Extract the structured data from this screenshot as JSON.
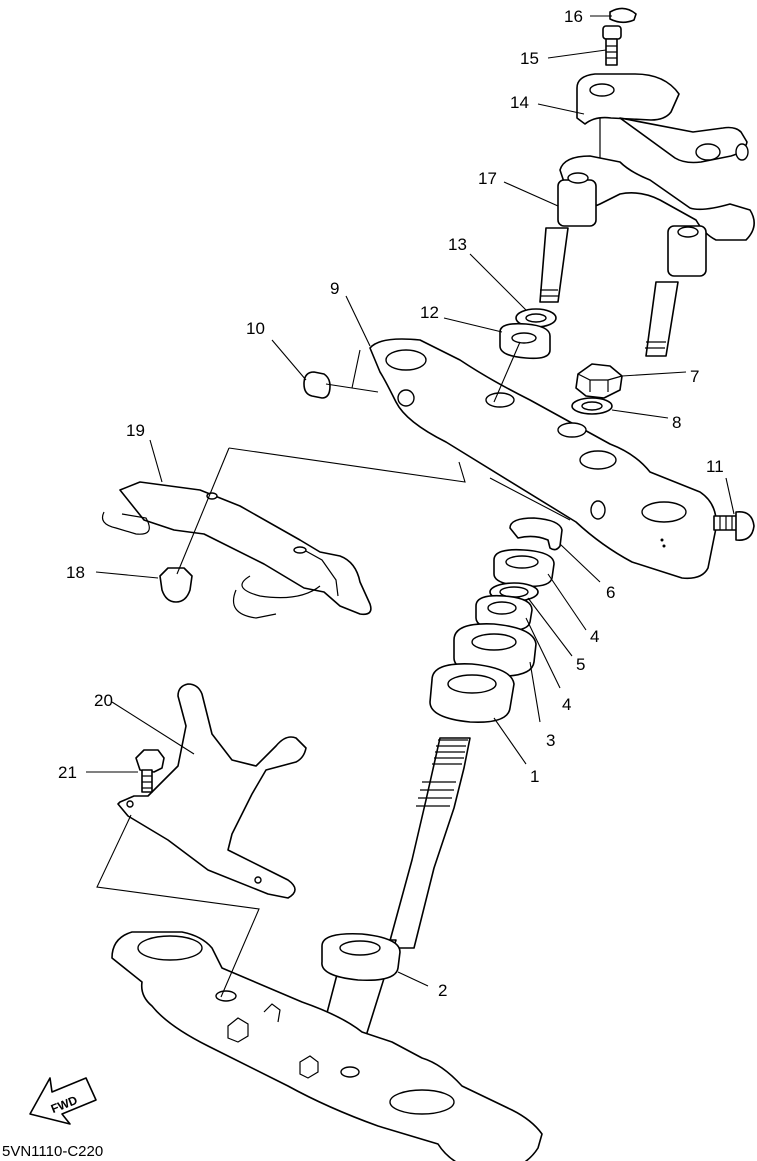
{
  "diagram_code": "5VN1110-C220",
  "fwd_label": "FWD",
  "callouts": {
    "c1": "1",
    "c2": "2",
    "c3": "3",
    "c4a": "4",
    "c4b": "4",
    "c5": "5",
    "c6": "6",
    "c7": "7",
    "c8": "8",
    "c9": "9",
    "c10": "10",
    "c11": "11",
    "c12": "12",
    "c13": "13",
    "c14": "14",
    "c15": "15",
    "c16": "16",
    "c17": "17",
    "c18": "18",
    "c19": "19",
    "c20": "20",
    "c21": "21"
  }
}
